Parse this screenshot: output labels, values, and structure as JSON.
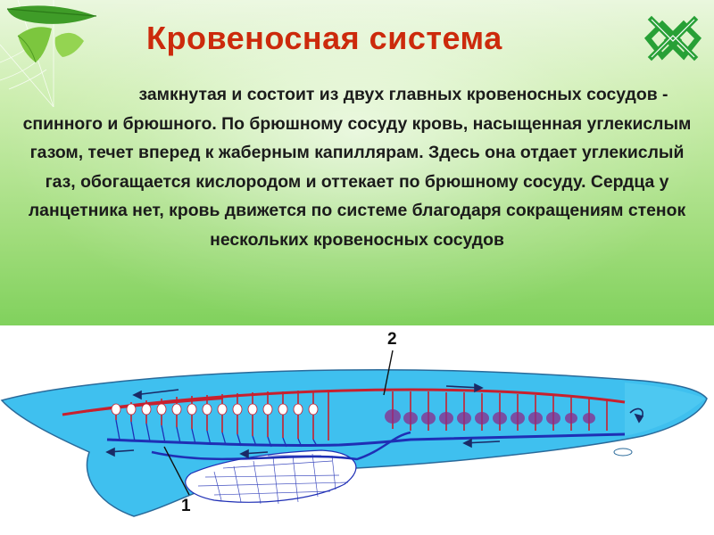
{
  "slide": {
    "title": "Кровеносная система",
    "body": "замкнутая и состоит из двух главных кровеносных сосудов - спинного и брюшного. По брюшному сосуду кровь, насыщенная углекислым газом, течет вперед к жаберным капиллярам. Здесь она отдает углекислый газ, обогащается кислородом и оттекает по брюшному сосуду. Сердца у ланцетника нет, кровь движется по системе благодаря сокращениям стенок нескольких кровеносных сосудов"
  },
  "diagram": {
    "label_dorsal_vessel": "2",
    "label_ventral_vessel": "1",
    "colors": {
      "body_fill": "#3fc0ef",
      "body_outline": "#2a6a9a",
      "arterial": "#c8202e",
      "venous": "#1f2fb5",
      "liver_outgrowth": "#ffffff"
    }
  },
  "colors": {
    "title": "#cc2a0c",
    "text": "#1b1b1b",
    "background_start": "#eaf7de",
    "background_end": "#57c13b"
  }
}
